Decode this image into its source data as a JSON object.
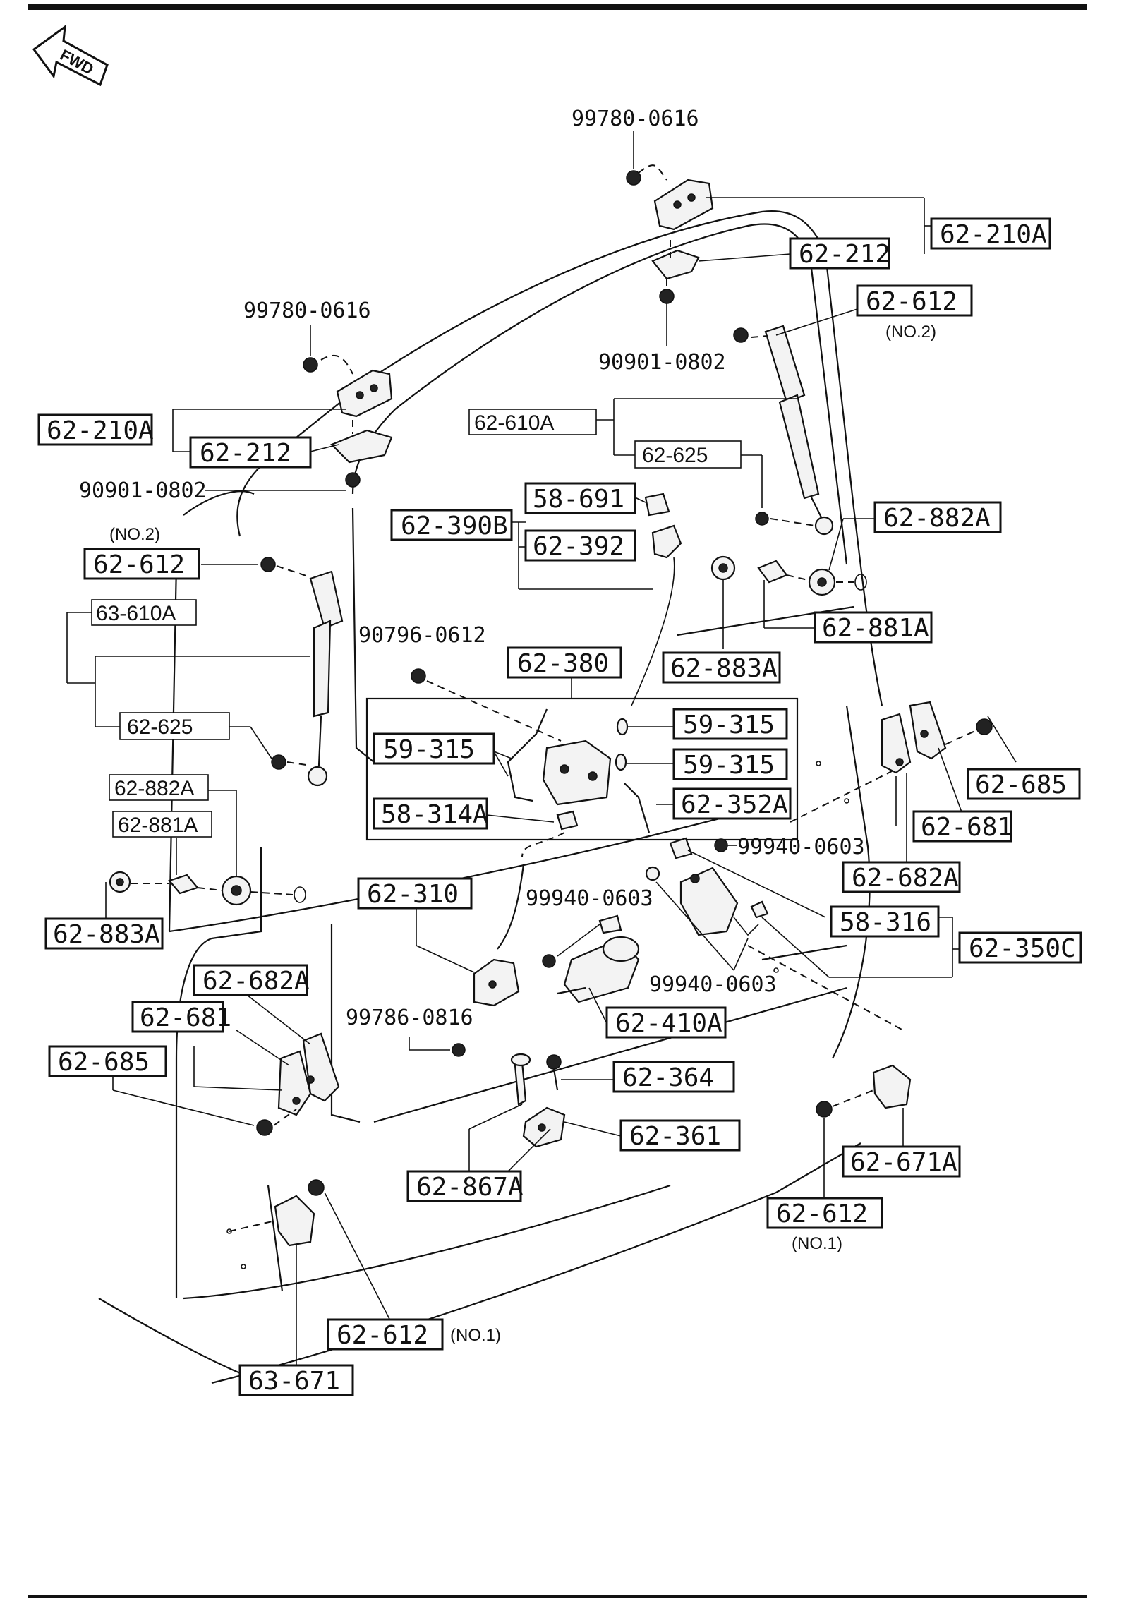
{
  "fwd_label": "FWD",
  "labels": {
    "l01": "99780-0616",
    "l02": "62-210A",
    "l03": "62-212",
    "l04": "90901-0802",
    "l05": "62-612",
    "l05n": "(NO.2)",
    "l06": "99780-0616",
    "l07": "62-210A",
    "l08": "62-212",
    "l09": "90901-0802",
    "l10": "62-610A",
    "l11": "62-625",
    "l12": "58-691",
    "l13": "62-390B",
    "l14": "62-392",
    "l15": "62-882A",
    "l16n": "(NO.2)",
    "l16": "62-612",
    "l17": "62-881A",
    "l18": "63-610A",
    "l19": "90796-0612",
    "l20": "62-380",
    "l21": "62-883A",
    "l22": "59-315",
    "l23": "59-315",
    "l24": "59-315",
    "l25": "62-685",
    "l26": "62-625",
    "l27": "62-352A",
    "l28": "58-314A",
    "l29": "62-681",
    "l30": "62-882A",
    "l31": "62-881A",
    "l32": "99940-0603",
    "l33": "62-682A",
    "l34": "62-310",
    "l35": "99940-0603",
    "l36": "58-316",
    "l37": "62-350C",
    "l38": "62-883A",
    "l39": "99940-0603",
    "l40": "62-682A",
    "l41": "99786-0816",
    "l42": "62-410A",
    "l43": "62-681",
    "l44": "62-685",
    "l45": "62-364",
    "l46": "62-361",
    "l47": "62-671A",
    "l48": "62-867A",
    "l49": "62-612",
    "l49n": "(NO.1)",
    "l50": "62-612",
    "l50n": "(NO.1)",
    "l51": "63-671"
  }
}
